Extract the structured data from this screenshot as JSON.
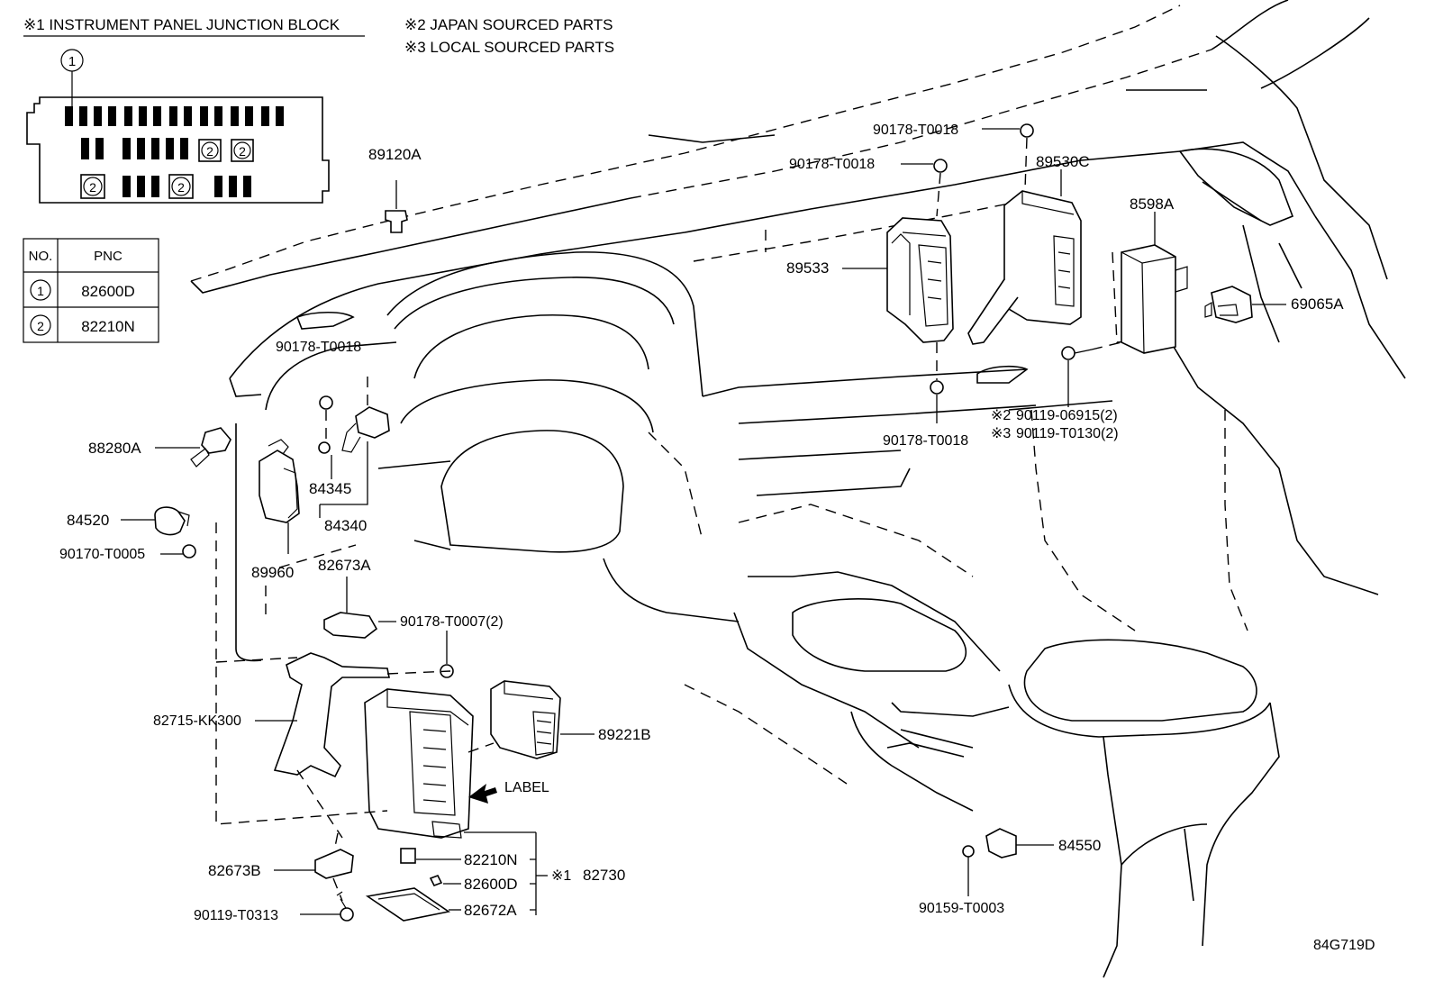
{
  "legend": {
    "jb_title": "※1 INSTRUMENT PANEL JUNCTION BLOCK",
    "note2": "※2 JAPAN SOURCED PARTS",
    "note3": "※3 LOCAL SOURCED PARTS",
    "jb_marker": "1",
    "jb_fuse_marker": "2"
  },
  "pnc_table": {
    "headers": [
      "NO.",
      "PNC"
    ],
    "rows": [
      {
        "no": "1",
        "pnc": "82600D"
      },
      {
        "no": "2",
        "pnc": "82210N"
      }
    ]
  },
  "callouts": [
    {
      "id": "89120A",
      "text": "89120A"
    },
    {
      "id": "90178-T0018-a",
      "text": "90178-T0018"
    },
    {
      "id": "90178-T0018-b",
      "text": "90178-T0018"
    },
    {
      "id": "89530C",
      "text": "89530C"
    },
    {
      "id": "8598A",
      "text": "8598A"
    },
    {
      "id": "89533",
      "text": "89533"
    },
    {
      "id": "69065A",
      "text": "69065A"
    },
    {
      "id": "90178-T0018-c",
      "text": "90178-T0018"
    },
    {
      "id": "90119-06915",
      "text": "90119-06915(2)"
    },
    {
      "id": "90119-T0130",
      "text": "90119-T0130(2)"
    },
    {
      "id": "90178-T0018-d",
      "text": "90178-T0018"
    },
    {
      "id": "88280A",
      "text": "88280A"
    },
    {
      "id": "84345",
      "text": "84345"
    },
    {
      "id": "84340",
      "text": "84340"
    },
    {
      "id": "84520",
      "text": "84520"
    },
    {
      "id": "90170-T0005",
      "text": "90170-T0005"
    },
    {
      "id": "89960",
      "text": "89960"
    },
    {
      "id": "82673A",
      "text": "82673A"
    },
    {
      "id": "90178-T0007",
      "text": "90178-T0007(2)"
    },
    {
      "id": "82715-KK300",
      "text": "82715-KK300"
    },
    {
      "id": "89221B",
      "text": "89221B"
    },
    {
      "id": "label",
      "text": "LABEL"
    },
    {
      "id": "82210N",
      "text": "82210N"
    },
    {
      "id": "82600D",
      "text": "82600D"
    },
    {
      "id": "82672A",
      "text": "82672A"
    },
    {
      "id": "82730",
      "text": "82730"
    },
    {
      "id": "82673B",
      "text": "82673B"
    },
    {
      "id": "90119-T0313",
      "text": "90119-T0313"
    },
    {
      "id": "84550",
      "text": "84550"
    },
    {
      "id": "90159-T0003",
      "text": "90159-T0003"
    }
  ],
  "markers": {
    "japan": "※2",
    "local": "※3",
    "jb": "※1"
  },
  "drawing_id": "84G719D"
}
